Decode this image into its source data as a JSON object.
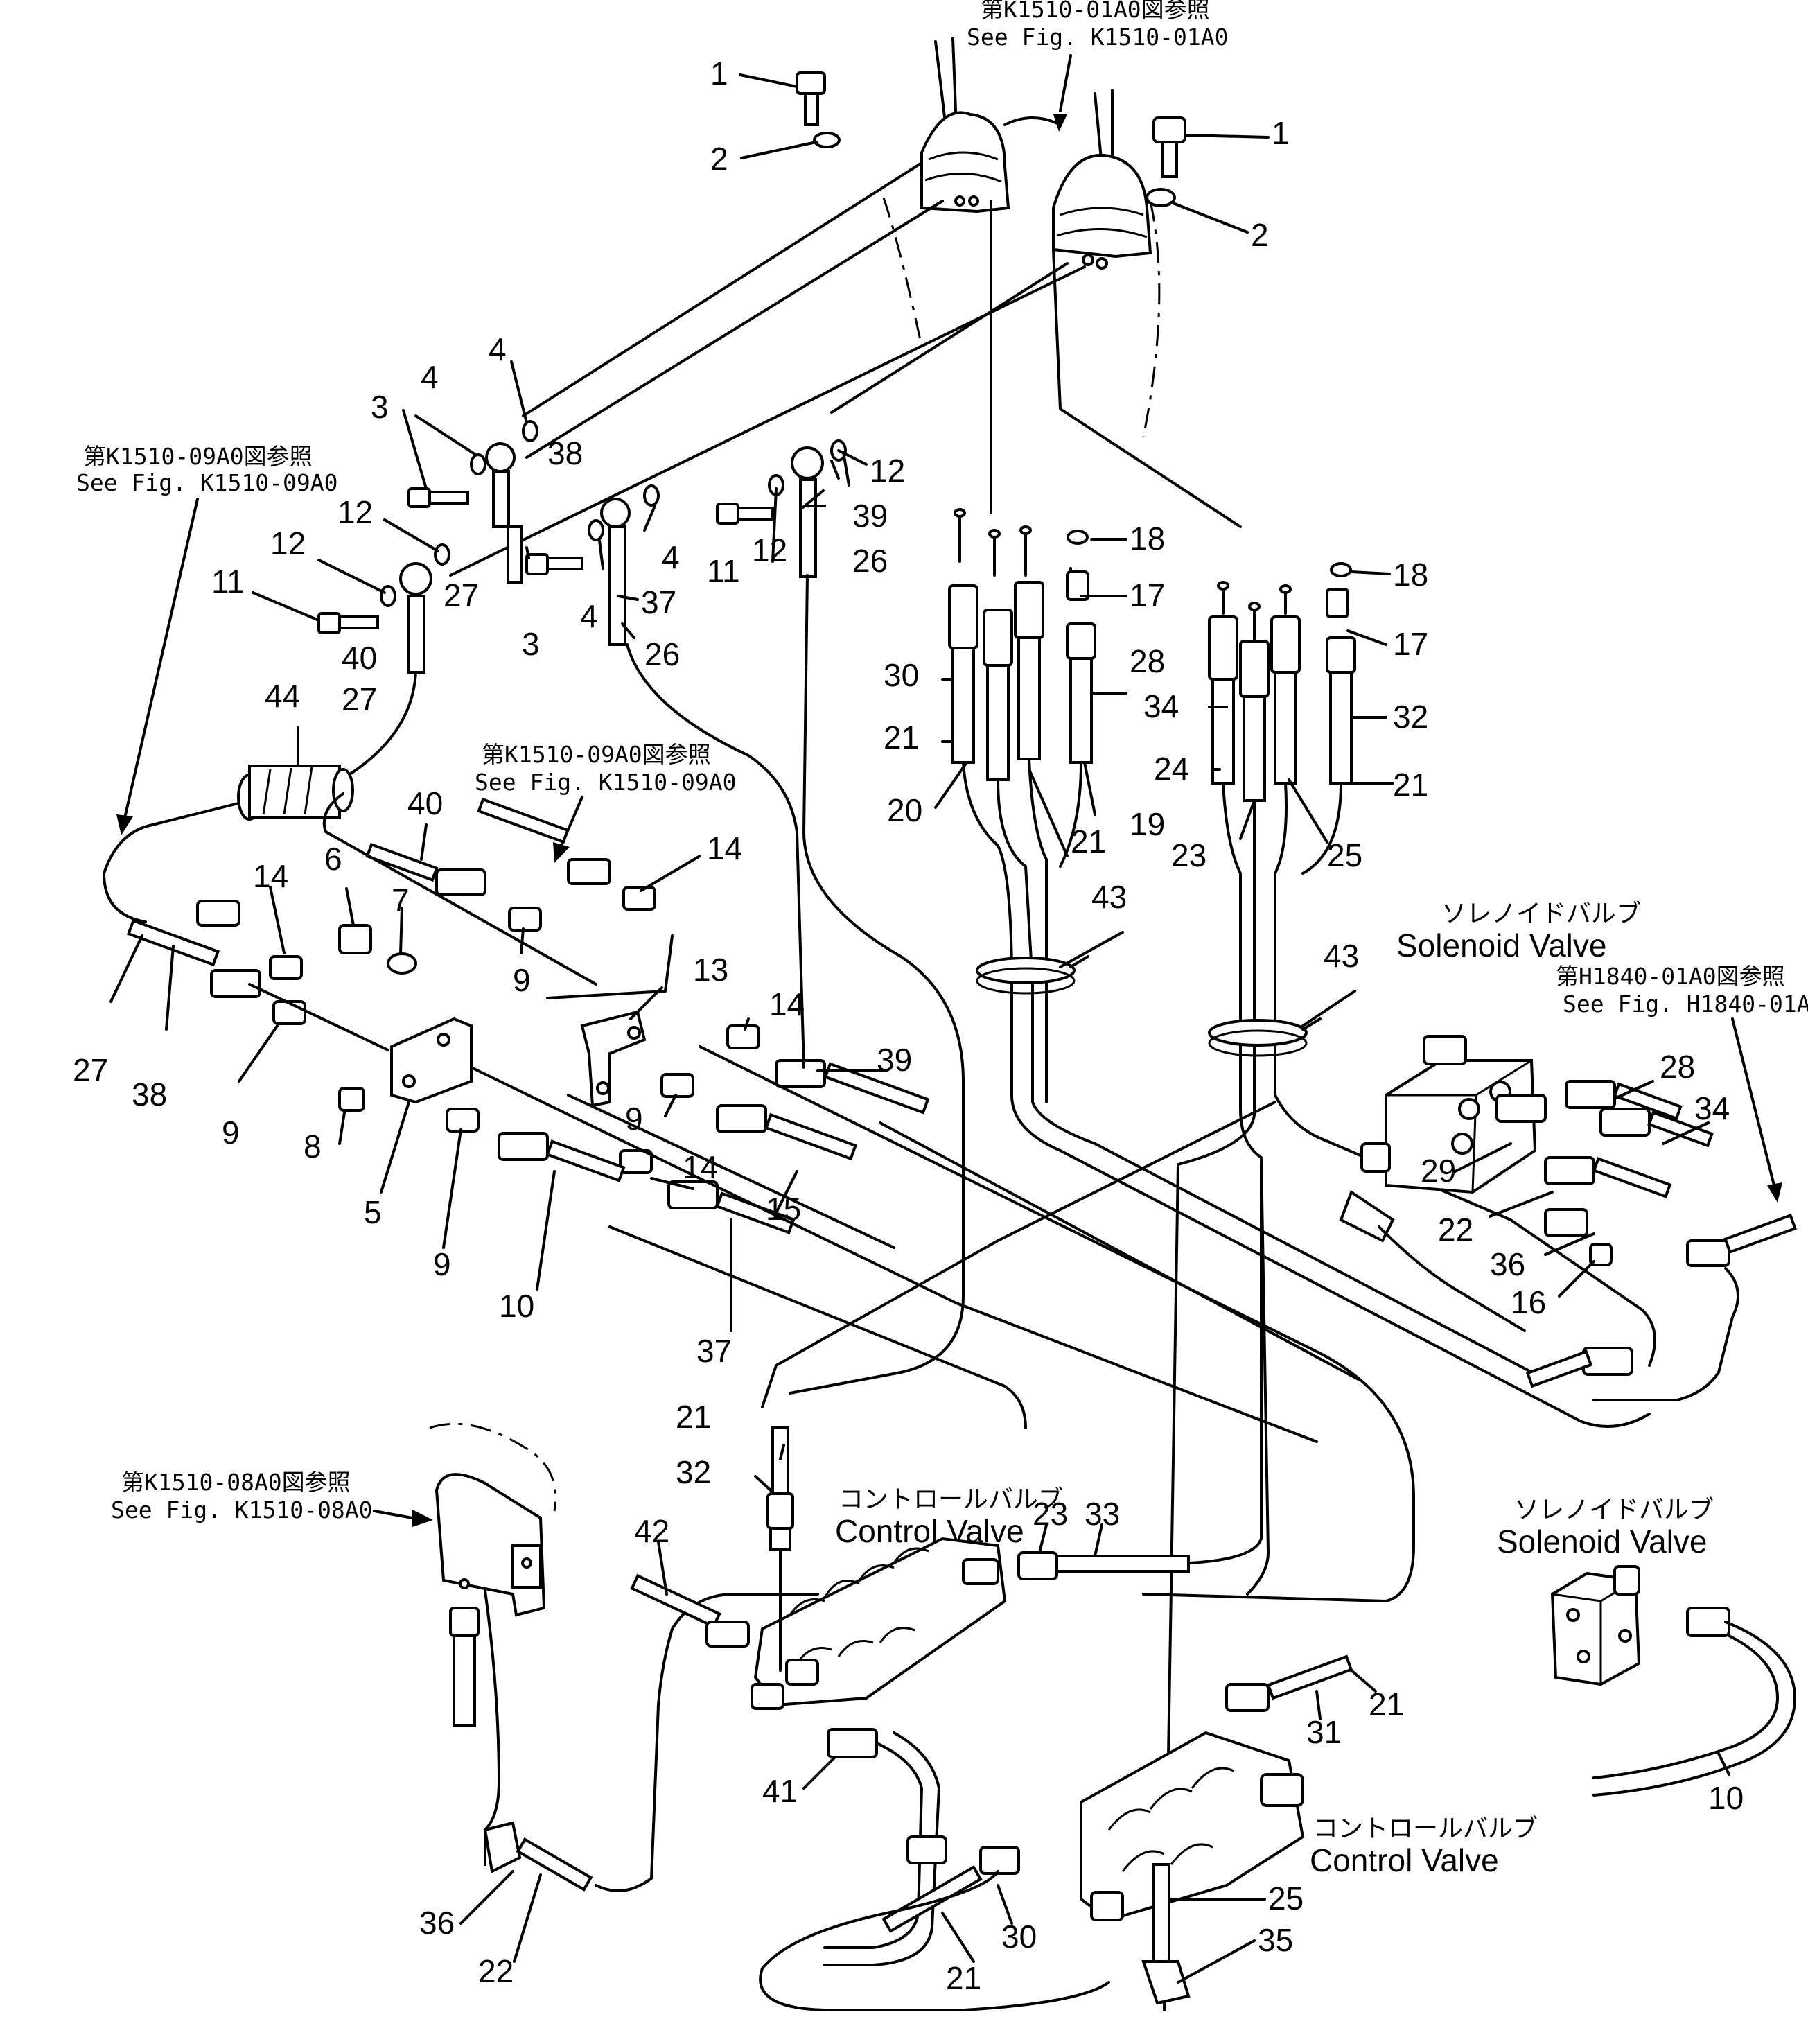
{
  "references": {
    "k1510_01a0_jp": "第K1510-01A0図参照",
    "k1510_01a0_en": "See Fig. K1510-01A0",
    "k1510_09a0_left_jp": "第K1510-09A0図参照",
    "k1510_09a0_left_en": "See Fig. K1510-09A0",
    "k1510_09a0_mid_jp": "第K1510-09A0図参照",
    "k1510_09a0_mid_en": "See Fig. K1510-09A0",
    "h1840_01a0_jp": "第H1840-01A0図参照",
    "h1840_01a0_en": "See Fig. H1840-01A0",
    "k1510_08a0_jp": "第K1510-08A0図参照",
    "k1510_08a0_en": "See Fig. K1510-08A0"
  },
  "components": {
    "solenoid_valve_upper_jp": "ソレノイドバルブ",
    "solenoid_valve_upper_en": "Solenoid Valve",
    "solenoid_valve_lower_jp": "ソレノイドバルブ",
    "solenoid_valve_lower_en": "Solenoid Valve",
    "control_valve_upper_jp": "コントロールバルブ",
    "control_valve_upper_en": "Control Valve",
    "control_valve_lower_jp": "コントロールバルブ",
    "control_valve_lower_en": "Control Valve"
  },
  "callouts": [
    "1",
    "2",
    "1",
    "2",
    "4",
    "4",
    "3",
    "38",
    "12",
    "12",
    "11",
    "27",
    "40",
    "27",
    "3",
    "4",
    "37",
    "26",
    "11",
    "12",
    "39",
    "26",
    "4",
    "12",
    "44",
    "27",
    "38",
    "14",
    "9",
    "6",
    "7",
    "8",
    "5",
    "40",
    "9",
    "13",
    "14",
    "14",
    "9",
    "14",
    "9",
    "10",
    "15",
    "39",
    "37",
    "30",
    "21",
    "20",
    "18",
    "17",
    "28",
    "19",
    "21",
    "34",
    "24",
    "23",
    "18",
    "17",
    "32",
    "21",
    "25",
    "43",
    "43",
    "28",
    "34",
    "29",
    "22",
    "36",
    "16",
    "21",
    "32",
    "23",
    "33",
    "42",
    "41",
    "36",
    "22",
    "30",
    "21",
    "31",
    "21",
    "25",
    "35",
    "10"
  ]
}
